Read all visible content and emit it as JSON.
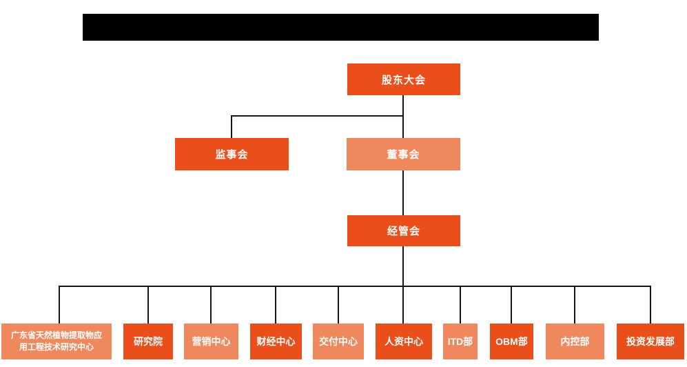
{
  "org": {
    "root": {
      "label": "股东大会"
    },
    "level2": [
      {
        "label": "监事会"
      },
      {
        "label": "董事会"
      }
    ],
    "level3": {
      "label": "经管会"
    },
    "departments": [
      {
        "label": "广东省天然植物提取物应用工程技术研究中心"
      },
      {
        "label": "研究院"
      },
      {
        "label": "营销中心"
      },
      {
        "label": "财经中心"
      },
      {
        "label": "交付中心"
      },
      {
        "label": "人资中心"
      },
      {
        "label": "ITD部"
      },
      {
        "label": "OBM部"
      },
      {
        "label": "内控部"
      },
      {
        "label": "投资发展部"
      }
    ]
  },
  "colors": {
    "node_primary": "#E94E1B",
    "node_secondary": "#F0885E",
    "connector_line": "#141414",
    "redacted_bar": "#000000",
    "node_text": "#FFFFFF",
    "background": "#FFFFFF"
  }
}
